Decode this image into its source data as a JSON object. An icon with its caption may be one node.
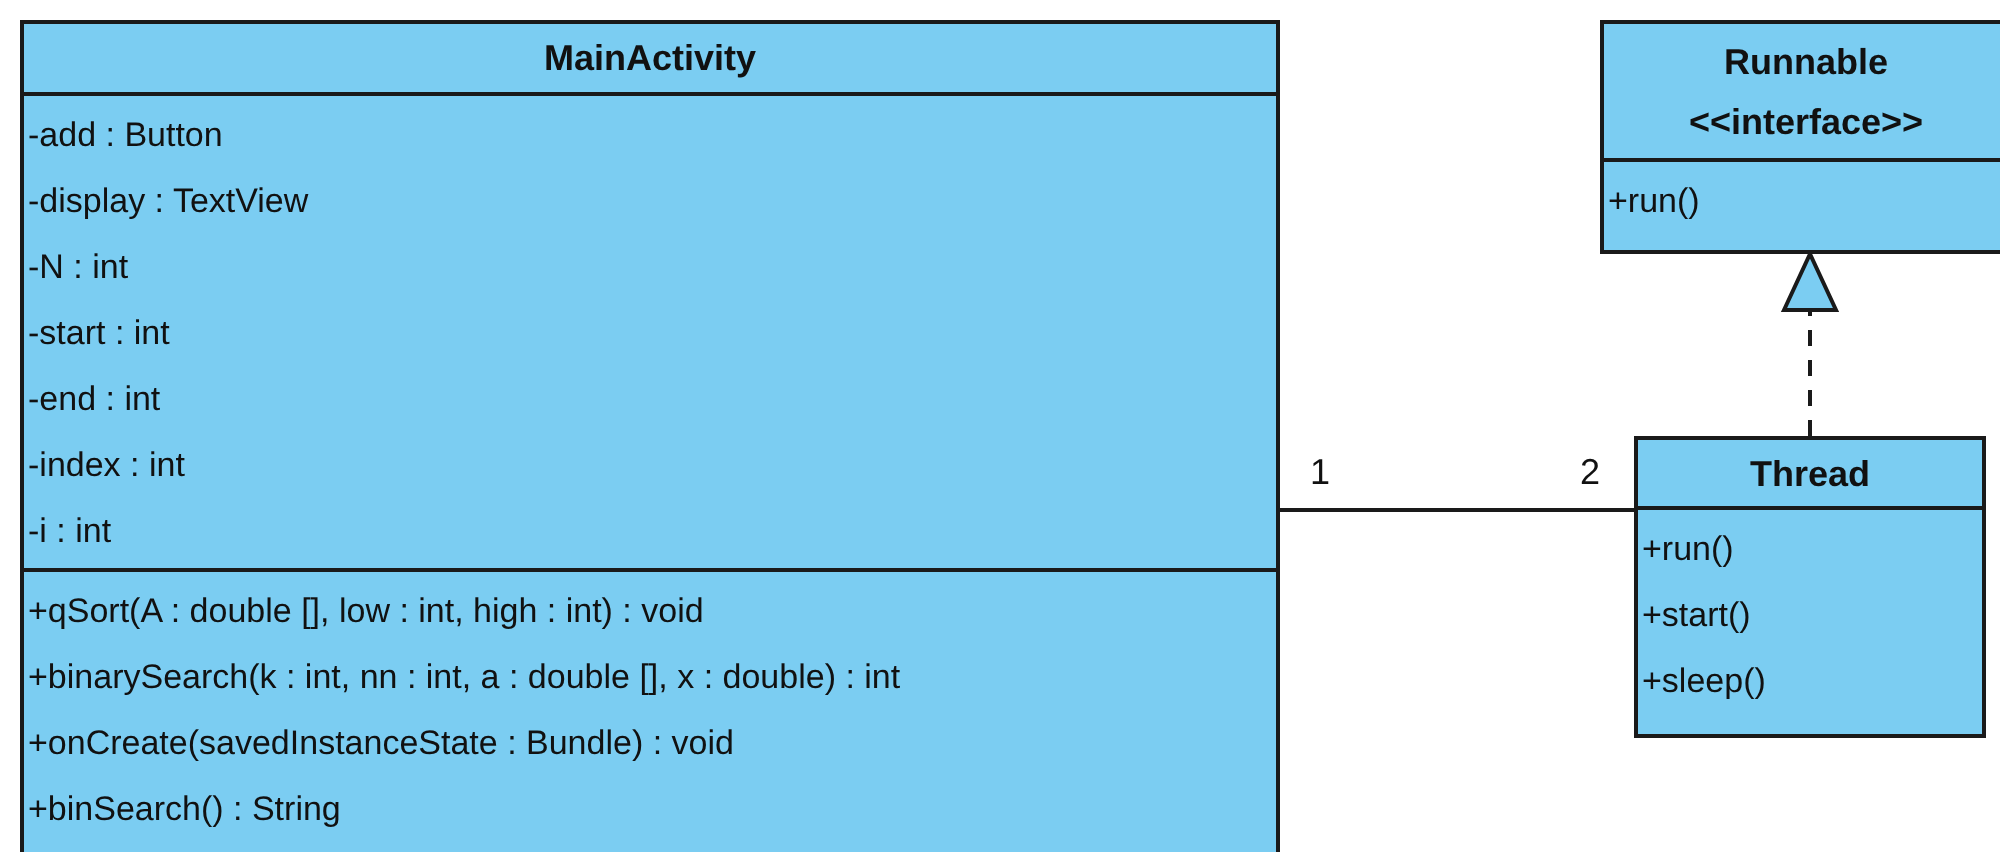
{
  "diagram": {
    "nodes": [
      {
        "text": [
          "MainActivity",
          "-add : Button",
          "-display : TextView",
          "-N : int",
          "-start : int",
          "-end : int",
          "-index : int",
          "-i : int",
          "+qSort(A : double [], low : int, high : int) : void",
          "+binarySearch(k : int, nn : int, a : double [], x : double) : int",
          "+onCreate(savedInstanceState : Bundle) : void",
          "+binSearch() : String"
        ]
      },
      {
        "text": [
          "Runnable",
          "<<interface>>",
          "+run()"
        ]
      },
      {
        "text": [
          "Thread",
          "+run()",
          "+start()",
          "+sleep()"
        ]
      }
    ],
    "edges": [
      {
        "from": 0,
        "to": 2,
        "arrow": "none"
      },
      {
        "from": 2,
        "to": 1,
        "arrow": "to",
        "style": "dashed"
      }
    ],
    "labels": [
      "1",
      "2"
    ]
  }
}
